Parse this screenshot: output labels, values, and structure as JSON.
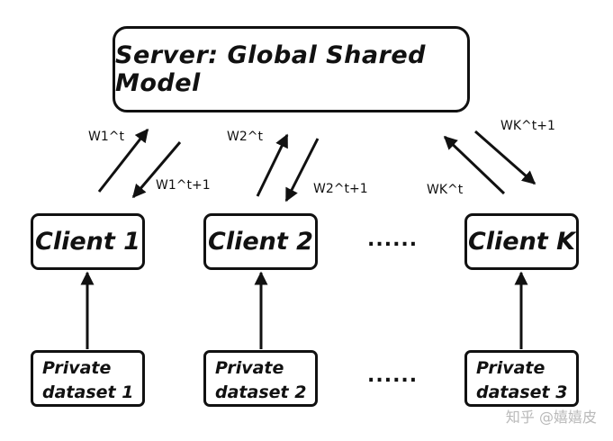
{
  "server": {
    "label": "Server: Global Shared Model"
  },
  "clients": [
    {
      "label": "Client 1",
      "up": "W1^t",
      "down": "W1^t+1"
    },
    {
      "label": "Client 2",
      "up": "W2^t",
      "down": "W2^t+1"
    },
    {
      "label": "Client K",
      "up": "WK^t",
      "down": "WK^t+1"
    }
  ],
  "ellipsis": "......",
  "datasets": [
    {
      "line1": "Private",
      "line2": "dataset 1"
    },
    {
      "line1": "Private",
      "line2": "dataset 2"
    },
    {
      "line1": "Private",
      "line2": "dataset 3"
    }
  ],
  "watermark": "知乎 @嬉嬉皮"
}
